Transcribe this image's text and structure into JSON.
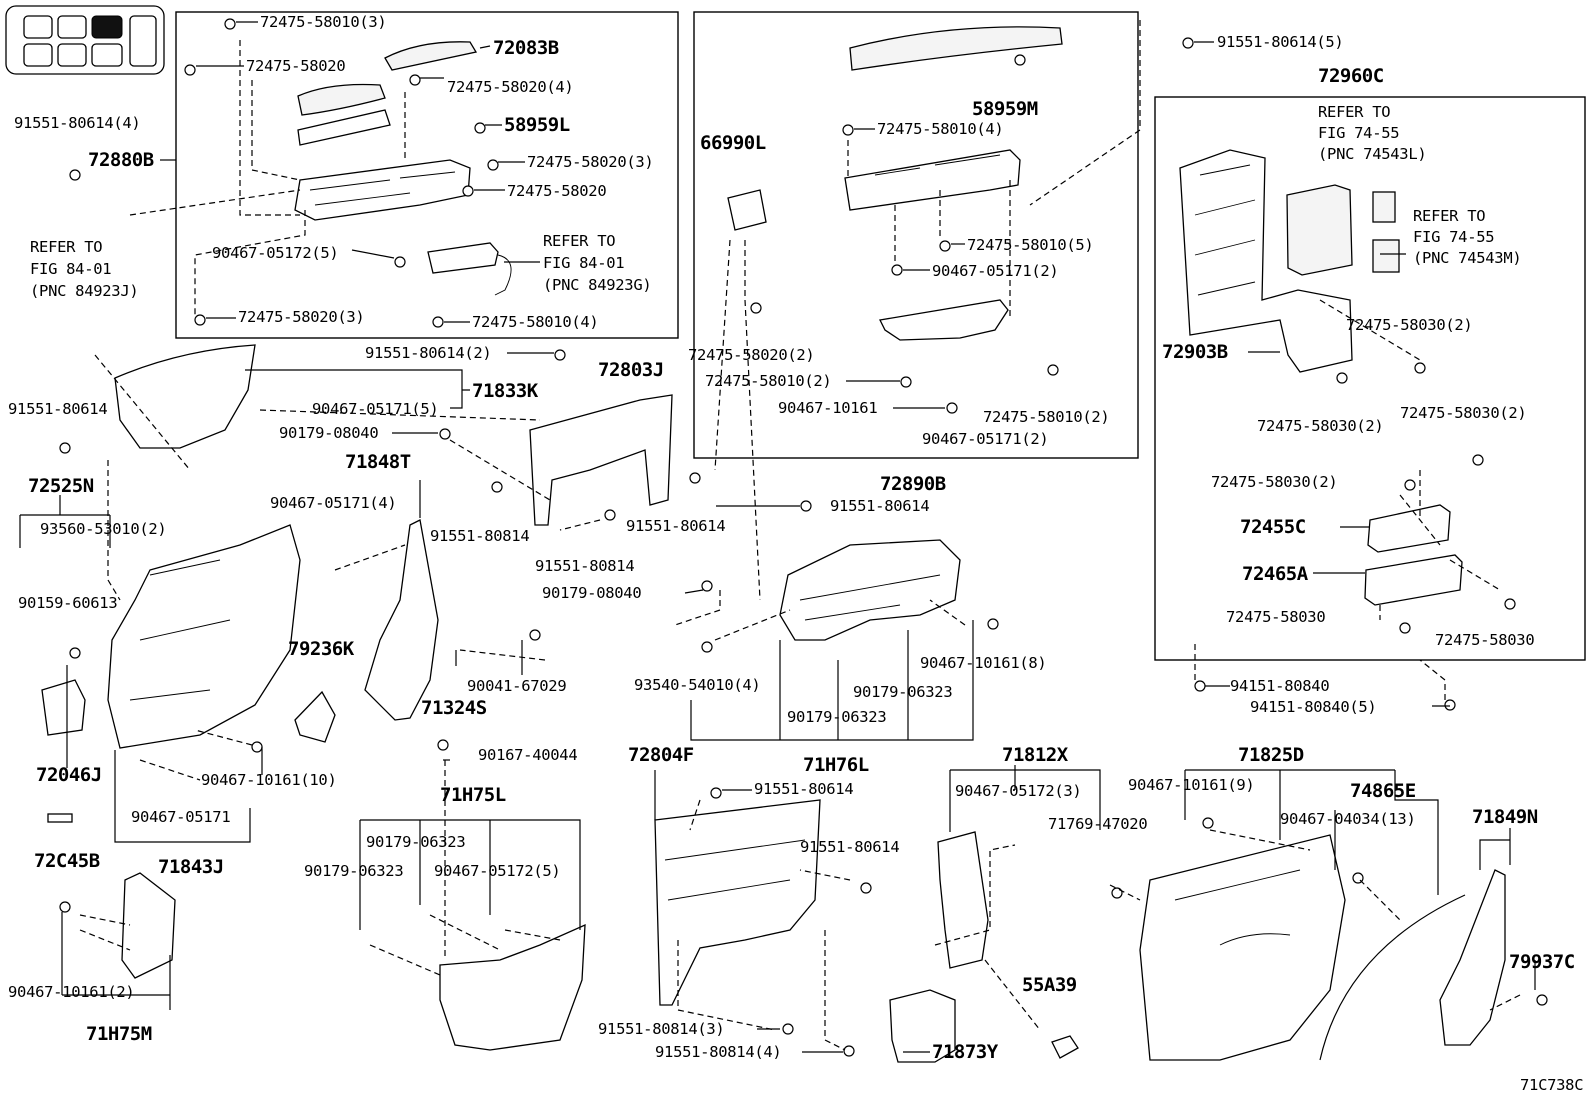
{
  "diagram_code": "71C738C",
  "refs": {
    "r1": {
      "line1": "REFER TO",
      "line2": "FIG 84-01",
      "line3": "(PNC 84923J)"
    },
    "r2": {
      "line1": "REFER TO",
      "line2": "FIG 84-01",
      "line3": "(PNC 84923G)"
    },
    "r3": {
      "line1": "REFER TO",
      "line2": "FIG 74-55",
      "line3": "(PNC 74543L)"
    },
    "r4": {
      "line1": "REFER TO",
      "line2": "FIG 74-55",
      "line3": "(PNC 74543M)"
    }
  },
  "assy": {
    "a72880B": "72880B",
    "a72890B": "72890B",
    "a72960C": "72960C",
    "a71833K": "71833K",
    "a72803J": "72803J",
    "a72525N": "72525N",
    "a71848T": "71848T",
    "a79236K": "79236K",
    "a71324S": "71324S",
    "a72046J": "72046J",
    "a72C45B": "72C45B",
    "a71843J": "71843J",
    "a71H75M": "71H75M",
    "a71H75L": "71H75L",
    "a71H76L": "71H76L",
    "a72804F": "72804F",
    "a71812X": "71812X",
    "a71825D": "71825D",
    "a74865E": "74865E",
    "a71849N": "71849N",
    "a79937C": "79937C",
    "a55A39": "55A39",
    "a71873Y": "71873Y",
    "a72083B": "72083B",
    "a58959L": "58959L",
    "a58959M": "58959M",
    "a66990L": "66990L",
    "a72903B": "72903B",
    "a72455C": "72455C",
    "a72465A": "72465A"
  },
  "parts": {
    "p01": "72475-58010(3)",
    "p02": "72475-58020",
    "p03": "72475-58020(4)",
    "p04": "72475-58020(3)",
    "p05": "72475-58020",
    "p06": "90467-05172(5)",
    "p07": "72475-58020(3)",
    "p08": "72475-58010(4)",
    "p09": "91551-80614(4)",
    "p10": "91551-80614(5)",
    "p11": "72475-58010(4)",
    "p12": "72475-58010(5)",
    "p13": "90467-05171(2)",
    "p14": "72475-58020(2)",
    "p15": "72475-58010(2)",
    "p16": "90467-10161",
    "p17": "72475-58010(2)",
    "p18": "90467-05171(2)",
    "p19": "91551-80614(2)",
    "p20": "91551-80614",
    "p21": "90467-05171(5)",
    "p22": "90179-08040",
    "p23": "93560-53010(2)",
    "p24": "90467-05171(4)",
    "p25": "91551-80814",
    "p26": "91551-80814",
    "p27": "91551-80614",
    "p28": "90179-08040",
    "p29": "91551-80614",
    "p30": "90159-60613",
    "p31": "90041-67029",
    "p32": "93540-54010(4)",
    "p33": "90467-10161(8)",
    "p34": "90179-06323",
    "p35": "90179-06323",
    "p36": "90467-10161(10)",
    "p37": "90467-05171",
    "p38": "90167-40044",
    "p39": "91551-80614",
    "p40": "91551-80614",
    "p41": "90179-06323",
    "p42": "90179-06323",
    "p43": "90467-05172(5)",
    "p44": "90467-10161(2)",
    "p45": "91551-80814(3)",
    "p46": "91551-80814(4)",
    "p47": "90467-05172(3)",
    "p48": "71769-47020",
    "p49": "90467-10161(9)",
    "p50": "90467-04034(13)",
    "p51": "72475-58030(2)",
    "p52": "72475-58030(2)",
    "p53": "72475-58030(2)",
    "p54": "72475-58030(2)",
    "p55": "72475-58030",
    "p56": "72475-58030",
    "p57": "94151-80840",
    "p58": "94151-80840(5)"
  }
}
